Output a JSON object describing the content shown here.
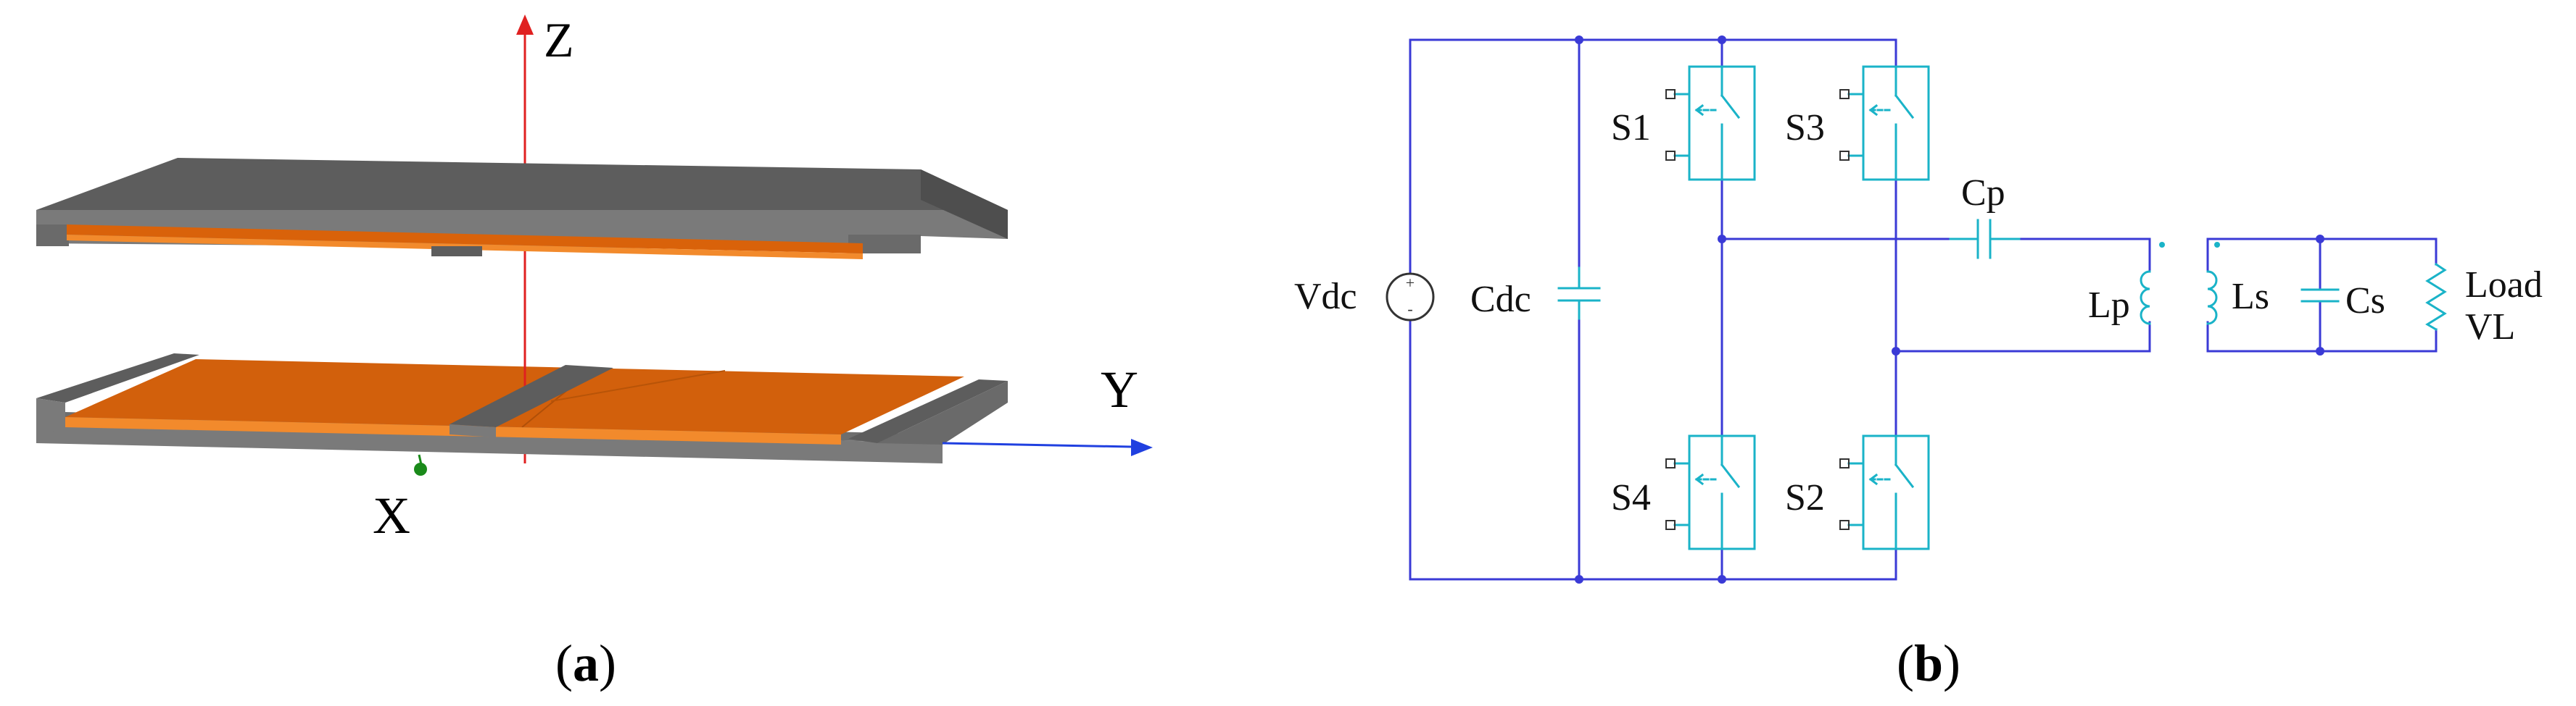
{
  "panel_a": {
    "axis_z": "Z",
    "axis_y": "Y",
    "axis_x": "X",
    "caption_letter": "a",
    "caption_open": "(",
    "caption_close": ")"
  },
  "panel_b": {
    "vdc": "Vdc",
    "cdc": "Cdc",
    "s1": "S1",
    "s3": "S3",
    "s4": "S4",
    "s2": "S2",
    "cp": "Cp",
    "lp": "Lp",
    "ls": "Ls",
    "cs": "Cs",
    "load_line1": "Load",
    "load_line2": "VL",
    "caption_letter": "b",
    "caption_open": "(",
    "caption_close": ")"
  },
  "colors": {
    "wire": "#3a3ad6",
    "component": "#1ab3c8",
    "plate_top": "#5d5d5d",
    "plate_side": "#7a7a7a",
    "copper": "#d9620a",
    "copper_light": "#f28a2c",
    "axis_z": "#e02020",
    "axis_y": "#2040e0",
    "axis_x": "#1a8a1a"
  }
}
